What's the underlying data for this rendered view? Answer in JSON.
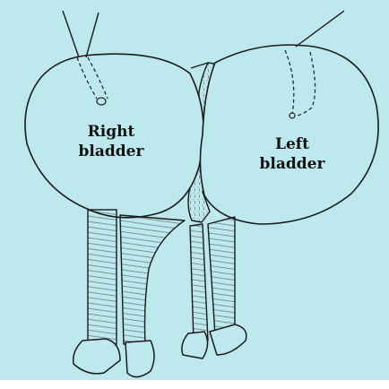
{
  "labels": {
    "right_bladder_line1": "Right",
    "right_bladder_line2": "bladder",
    "left_bladder_line1": "Left",
    "left_bladder_line2": "bladder"
  },
  "colors": {
    "background": "#bde9ee",
    "page_border": "#ffffff",
    "ink": "#1b1b1b",
    "label_text": "#111111"
  }
}
